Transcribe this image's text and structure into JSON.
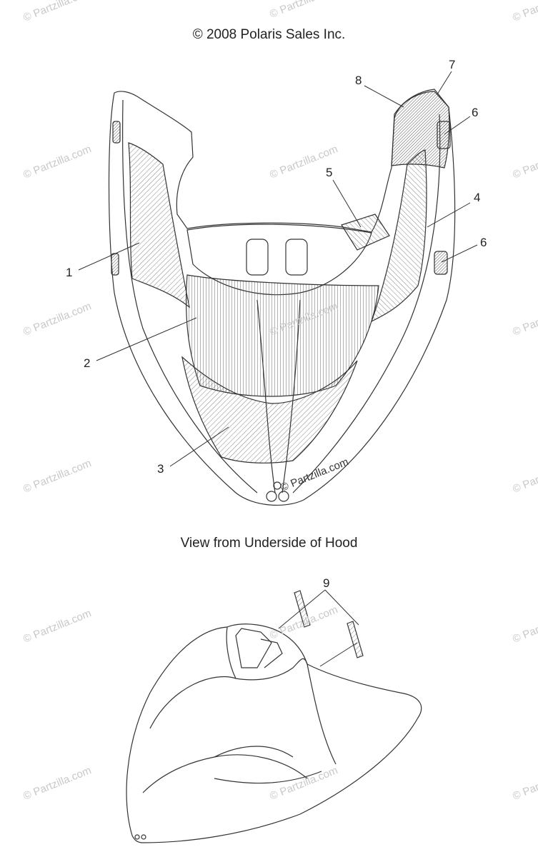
{
  "copyright": "© 2008 Polaris Sales Inc.",
  "view_caption": "View from Underside of Hood",
  "watermark": "© Partzilla.com",
  "watermark_center": "© Partzilla.com",
  "callouts": {
    "c1": "1",
    "c2": "2",
    "c3": "3",
    "c4": "4",
    "c5": "5",
    "c6a": "6",
    "c6b": "6",
    "c7": "7",
    "c8": "8",
    "c9": "9"
  },
  "colors": {
    "line": "#333333",
    "hatch": "#555555",
    "watermark": "#c8c8c8"
  }
}
